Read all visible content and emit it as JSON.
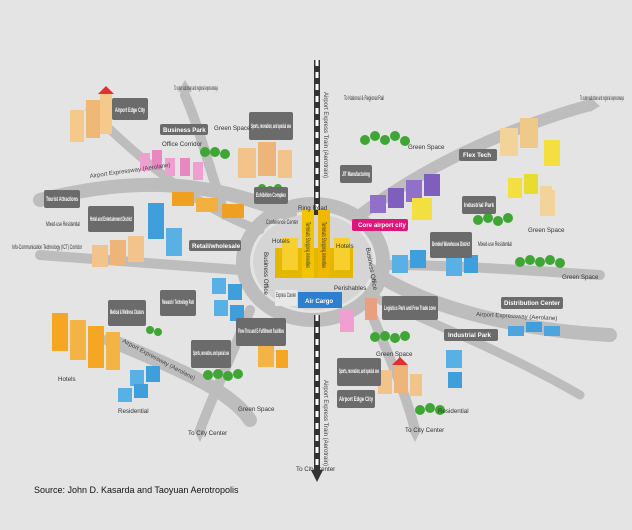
{
  "colors": {
    "background": "#e4e4e4",
    "road": "#bdbdbd",
    "label_box": "#6b6b6b",
    "core_pink": "#e0157c",
    "air_cargo": "#2f7fd1",
    "tree": "#3fa535",
    "rail_dark": "#333333"
  },
  "labels": {
    "airport_edge_city_top": "Airport Edge City",
    "business_park": "Business Park",
    "green_space_top": "Green Space",
    "sports_top": "Sports, recreation, and special use",
    "office_corridor": "Office Corridor",
    "tourist_attractions": "Tourist Attractions",
    "mixed_use_residential_left": "Mixed-use Residential",
    "hotel_entertainment": "Hotel and Entertainment District",
    "ict_corridor": "Info-Communication Technology (ICT) Corridor",
    "retail_wholesale": "Retail/wholesale",
    "exhibition_complex": "Exhibition Complex",
    "conference_center": "Conference Center",
    "hotels_core_left": "Hotels",
    "hotels_core_right": "Hotels",
    "terminals_amenities": "Terminals Shopping Amenities",
    "terminals_amenities_2": "Terminals Shopping Amenities",
    "business_office_left": "Business Office",
    "business_office_right": "Business Office",
    "express_courier": "Express Courier",
    "perishables": "Perishables",
    "air_cargo": "Air Cargo",
    "ring_road": "Ring Road",
    "core_airport_city": "Core airport city",
    "jit_manufacturing": "JIT Manufacturing",
    "green_space_jit": "Green Space",
    "flex_tech": "Flex Tech",
    "industrial_park_right": "Industrial Park",
    "green_space_right_mid": "Green Space",
    "bonded_warehouse": "Bonded Warehouse District",
    "mixed_use_residential_right": "Mixed-use Residential",
    "green_space_right": "Green Space",
    "logistics_park": "Logistics Park and Free Trade zone",
    "distribution_center": "Distribution Center",
    "industrial_park_lower": "Industrial Park",
    "green_space_lower_mid": "Green Space",
    "research_park": "Research / Technology Park",
    "medical_wellness": "Medical & Wellness Clusters",
    "flow_thru": "Flow-Thru and E-Fulfillment Facilities",
    "sports_lower": "Sports, recreation, and special use",
    "sports_lower_right": "Sports, recreation, and special use",
    "airport_edge_city_lower": "Airport Edge City",
    "hotels_lower": "Hotels",
    "residential_lower_left": "Residential",
    "green_space_lower": "Green Space",
    "residential_lower_right": "Residential",
    "airport_expressway_top": "Airport Expressway (Aerolane)",
    "airport_expressway_lower": "Airport Expressway (Aerolane)",
    "airport_expressway_right": "Airport Expressway (Aerolane)",
    "airport_express_train_top": "Airport Express Train (Aerotrain)",
    "airport_express_train_bottom": "Airport Express Train (Aerotrain)",
    "to_outer_left": "To outer suburban and regional expressways",
    "to_outer_right": "To outer suburban and regional expressways",
    "to_national_rail": "To National & Regional Rail",
    "to_city_center_left": "To City Center",
    "to_city_center_mid": "To City Center",
    "to_city_center_right": "To City Center"
  },
  "source": "Source: John D. Kasarda and Taoyuan Aerotropolis"
}
